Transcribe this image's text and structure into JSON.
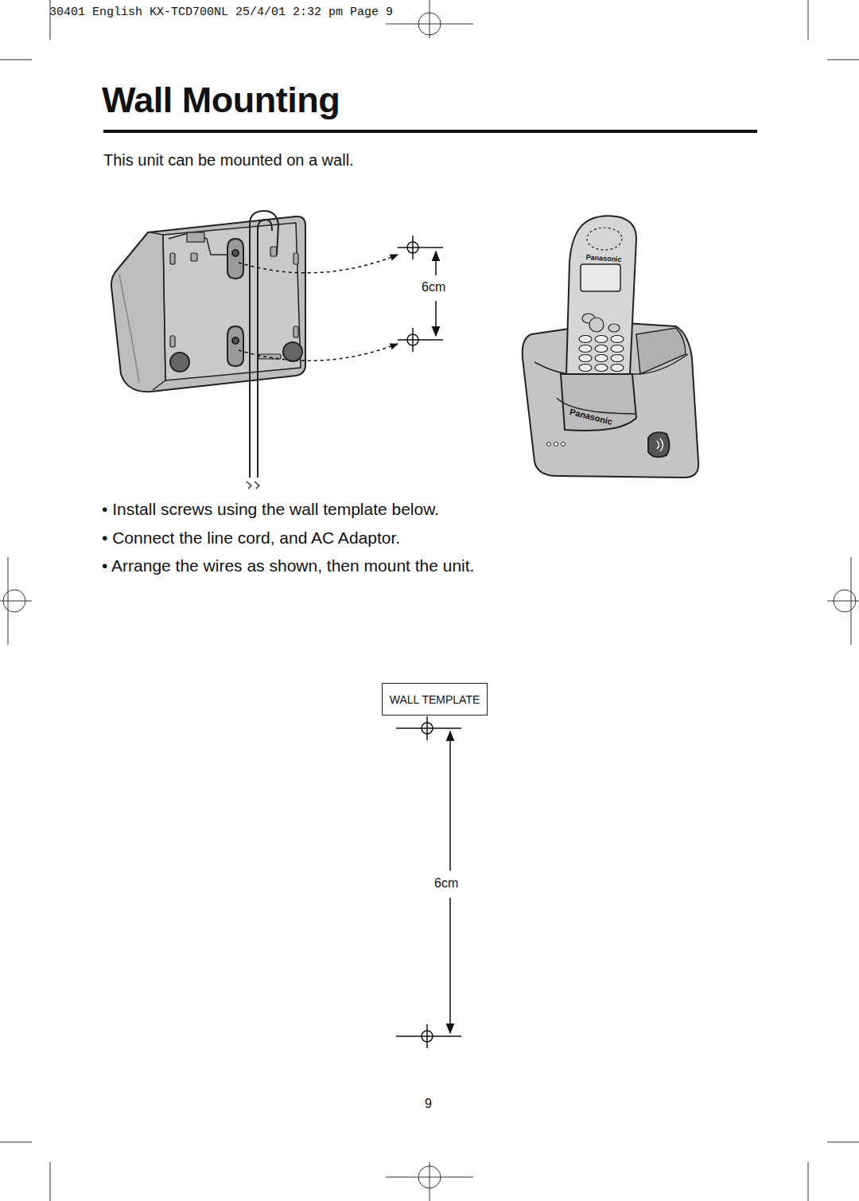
{
  "diagram": {
    "title": "Wall Mounting",
    "nodes": [
      {
        "text": [
          "WALL TEMPLATE"
        ]
      }
    ],
    "edges": [],
    "labels": [
      "30401 English KX-TCD700NL 25/4/01 2:32 pm Page 9",
      "This unit can be mounted on a wall.",
      "6cm",
      "• Install screws using the wall template below.",
      "• Connect the line cord, and AC Adaptor.",
      "• Arrange the wires as shown, then mount the unit.",
      "6cm",
      "9",
      "Panasonic",
      "Panasonic"
    ]
  }
}
